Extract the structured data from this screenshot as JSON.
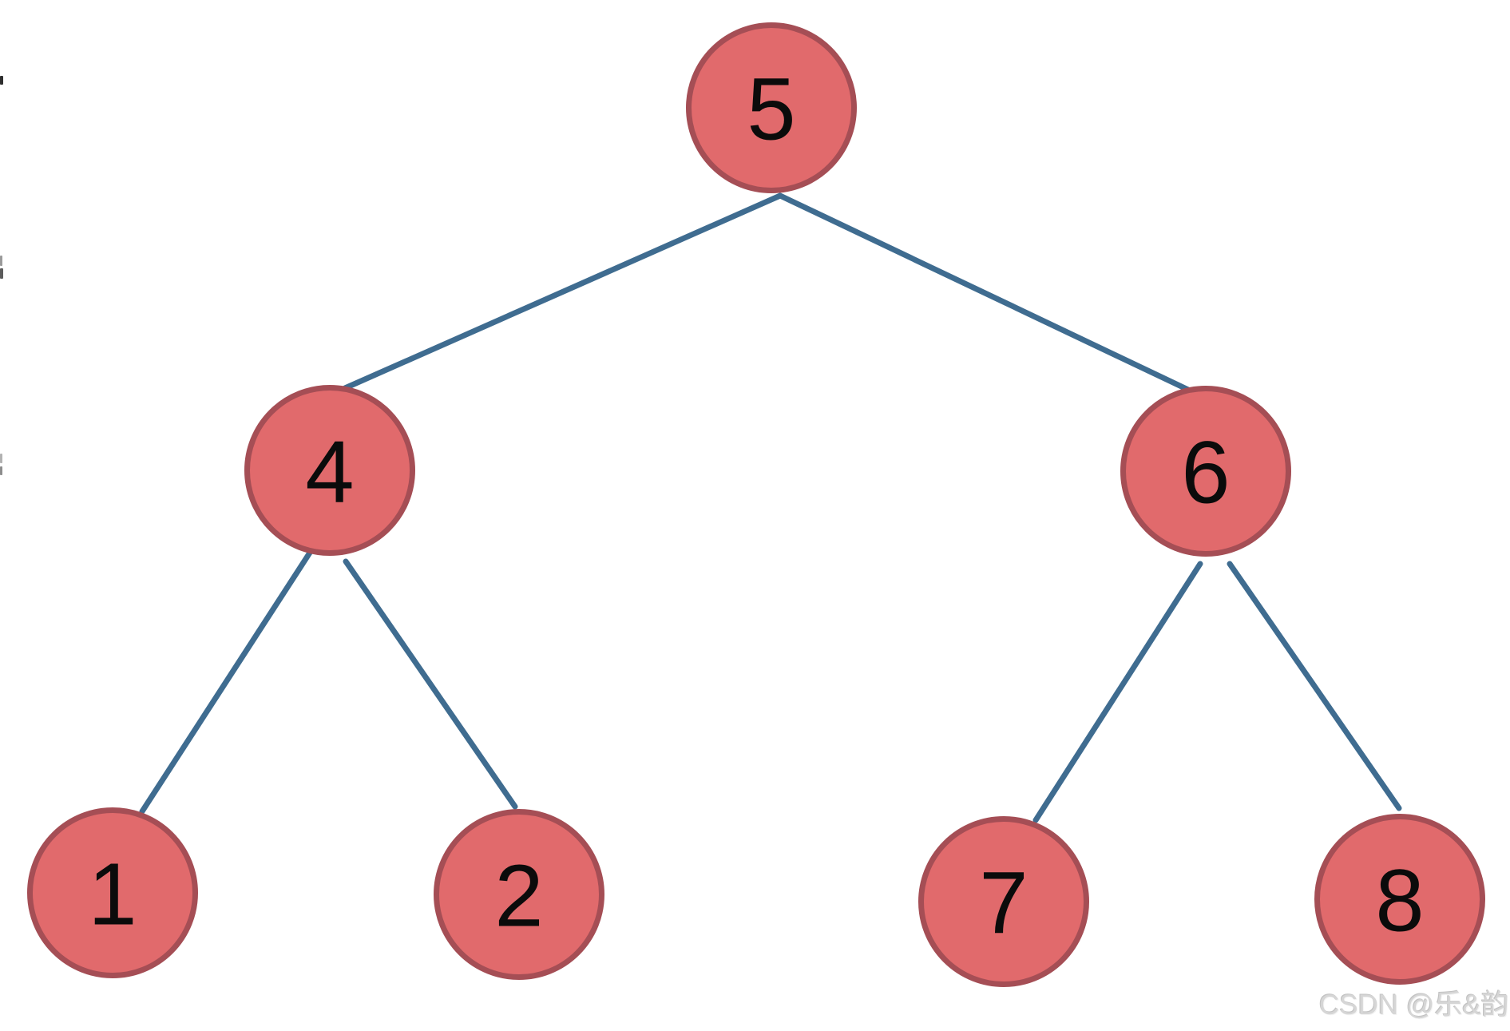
{
  "page": {
    "background": "#ffffff"
  },
  "diagram": {
    "type": "binary-tree",
    "nodes": [
      {
        "id": "n5",
        "value": "5",
        "level": 0
      },
      {
        "id": "n4",
        "value": "4",
        "level": 1
      },
      {
        "id": "n6",
        "value": "6",
        "level": 1
      },
      {
        "id": "n1",
        "value": "1",
        "level": 2
      },
      {
        "id": "n2",
        "value": "2",
        "level": 2
      },
      {
        "id": "n7",
        "value": "7",
        "level": 2
      },
      {
        "id": "n8",
        "value": "8",
        "level": 2
      }
    ],
    "edges": [
      {
        "from": "5",
        "to": "4"
      },
      {
        "from": "5",
        "to": "6"
      },
      {
        "from": "4",
        "to": "1"
      },
      {
        "from": "4",
        "to": "2"
      },
      {
        "from": "6",
        "to": "7"
      },
      {
        "from": "6",
        "to": "8"
      }
    ],
    "structure": {
      "value": "5",
      "left": {
        "value": "4",
        "left": {
          "value": "1"
        },
        "right": {
          "value": "2"
        }
      },
      "right": {
        "value": "6",
        "left": {
          "value": "7"
        },
        "right": {
          "value": "8"
        }
      }
    },
    "colors": {
      "node_fill": "#e16a6c",
      "node_border": "#a54e55",
      "edge_line": "#3f6c90",
      "node_label": "#0b0b0b",
      "watermark": "#d6d6d6"
    }
  },
  "watermark": {
    "text": "CSDN @乐&韵"
  }
}
